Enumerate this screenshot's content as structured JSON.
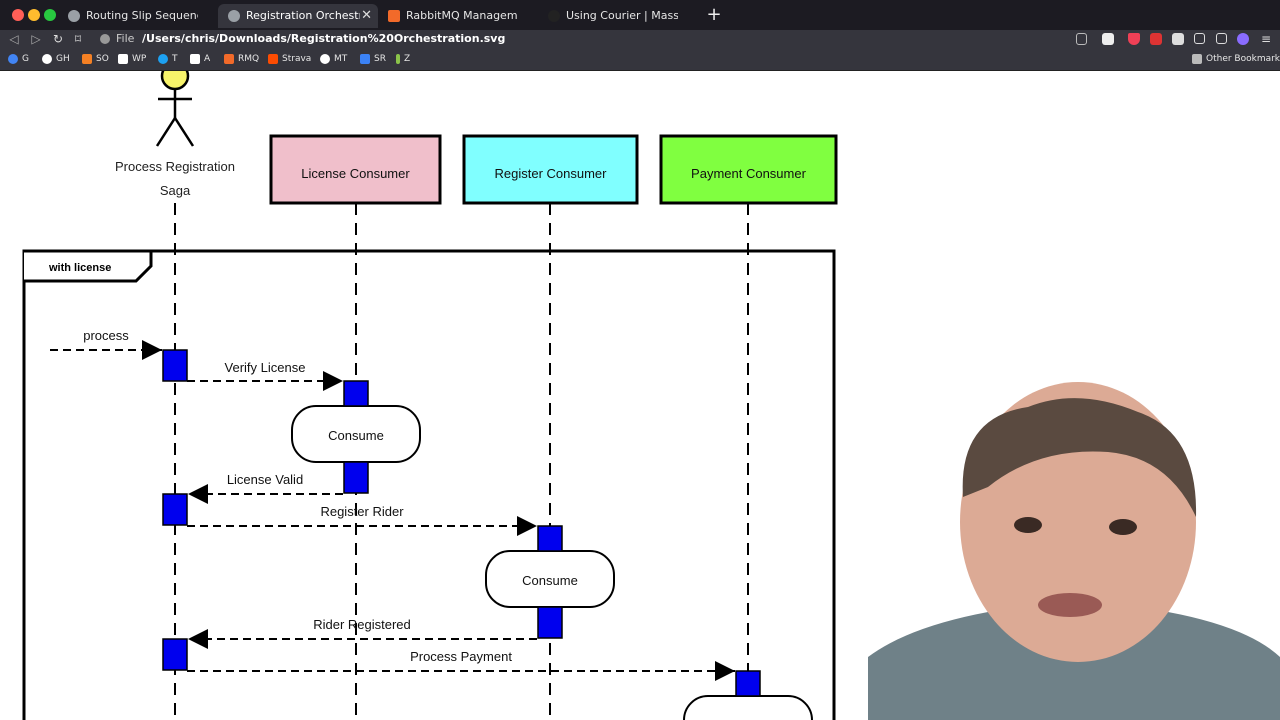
{
  "browser": {
    "tabs": [
      {
        "title": "Routing Slip Sequence Diagrams.svg",
        "active": false,
        "icon_color": "#9aa0a6"
      },
      {
        "title": "Registration Orchestration.svg",
        "active": true,
        "icon_color": "#9aa0a6"
      },
      {
        "title": "RabbitMQ Management",
        "active": false,
        "icon_color": "#f26a2a"
      },
      {
        "title": "Using Courier | MassTransit",
        "active": false,
        "icon_color": "#222222"
      }
    ],
    "tab_close_glyph": "✕",
    "new_tab_glyph": "+",
    "address": {
      "scheme": "File",
      "path": "/Users/chris/Downloads/Registration%20Orchestration.svg"
    },
    "bookmarks": [
      {
        "label": "G",
        "icon_color": "#4285f4"
      },
      {
        "label": "GH",
        "icon_color": "#ffffff"
      },
      {
        "label": "SO",
        "icon_color": "#f48024"
      },
      {
        "label": "WP",
        "icon_color": "#ffffff"
      },
      {
        "label": "T",
        "icon_color": "#1da1f2"
      },
      {
        "label": "A",
        "icon_color": "#ffffff"
      },
      {
        "label": "RMQ",
        "icon_color": "#f26a2a"
      },
      {
        "label": "Strava",
        "icon_color": "#fc4c02"
      },
      {
        "label": "MT",
        "icon_color": "#ffffff"
      },
      {
        "label": "SR",
        "icon_color": "#3b82f6"
      },
      {
        "label": "Z",
        "icon_color": "#8bc34a"
      }
    ],
    "other_bookmarks": "Other Bookmarks",
    "accent": "#35353d"
  },
  "diagram": {
    "actor": {
      "label_line1": "Process Registration",
      "label_line2": "Saga",
      "head_color": "#f7f36a"
    },
    "participants": [
      {
        "label": "License Consumer",
        "color": "#f0bfcb"
      },
      {
        "label": "Register Consumer",
        "color": "#80ffff"
      },
      {
        "label": "Payment Consumer",
        "color": "#80ff40"
      }
    ],
    "fragment_label": "with license",
    "messages": {
      "process": "process",
      "verify_license": "Verify License",
      "license_valid": "License Valid",
      "register_rider": "Register Rider",
      "rider_registered": "Rider Registered",
      "process_payment": "Process Payment"
    },
    "consume_label": "Consume",
    "activation_color": "#0000ee"
  }
}
